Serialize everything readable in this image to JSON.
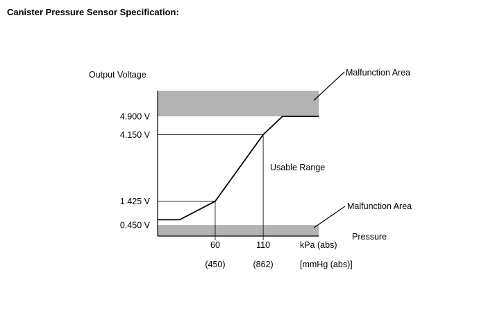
{
  "page": {
    "title": "Canister Pressure Sensor Specification:"
  },
  "chart_data": {
    "type": "line",
    "title": "",
    "ylabel": "Output Voltage",
    "xlabel": "Pressure",
    "y_ticks": [
      {
        "value": 4.9,
        "label": "4.900 V"
      },
      {
        "value": 4.15,
        "label": "4.150 V"
      },
      {
        "value": 1.425,
        "label": "1.425 V"
      },
      {
        "value": 0.45,
        "label": "0.450 V"
      }
    ],
    "x_ticks": [
      {
        "value": 60,
        "label": "60",
        "sublabel": "(450)"
      },
      {
        "value": 110,
        "label": "110",
        "sublabel": "(862)"
      }
    ],
    "x_unit_label": "kPa (abs)",
    "x_unit_sublabel": "[mmHg (abs)]",
    "series": [
      {
        "x": [
          0,
          23,
          60,
          110,
          130,
          168
        ],
        "y": [
          0.67,
          0.67,
          1.425,
          4.15,
          4.9,
          4.9
        ]
      }
    ],
    "bands": [
      {
        "label": "Malfunction Area",
        "y0": 4.9,
        "y1": 5.95,
        "color": "#b3b3b3"
      },
      {
        "label": "Malfunction Area",
        "y0": 0,
        "y1": 0.45,
        "color": "#b3b3b3"
      }
    ],
    "annotations": [
      {
        "text": "Usable Range",
        "x": 115,
        "y": 2.8
      }
    ],
    "xlim": [
      0,
      168
    ],
    "ylim": [
      0,
      5.95
    ],
    "grid": false,
    "legend": "none"
  }
}
